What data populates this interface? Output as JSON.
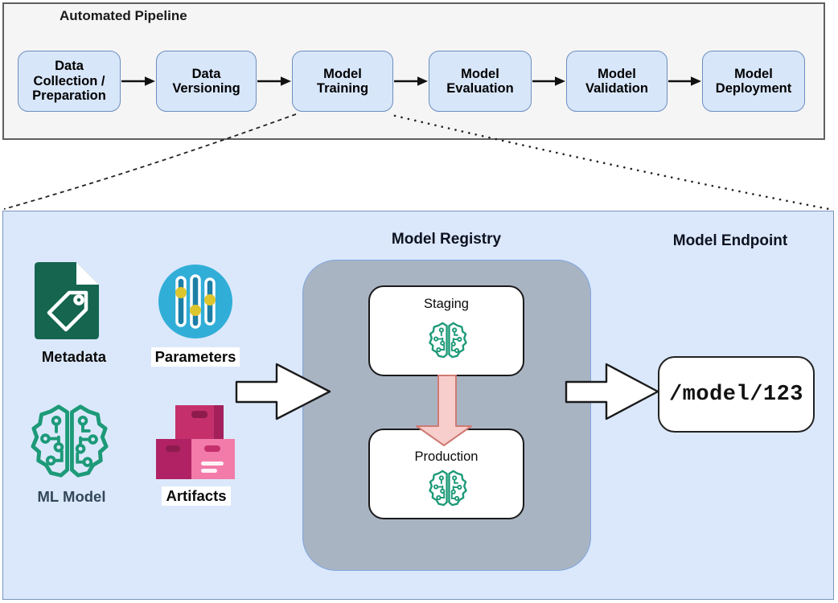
{
  "pipeline": {
    "title": "Automated Pipeline",
    "stages": [
      {
        "label": "Data Collection / Preparation"
      },
      {
        "label": "Data Versioning"
      },
      {
        "label": "Model Training"
      },
      {
        "label": "Model Evaluation"
      },
      {
        "label": "Model Validation"
      },
      {
        "label": "Model Deployment"
      }
    ]
  },
  "detail": {
    "inputs": [
      {
        "label": "Metadata",
        "icon": "document-tag-icon"
      },
      {
        "label": "Parameters",
        "icon": "sliders-icon"
      },
      {
        "label": "ML Model",
        "icon": "brain-circuit-icon"
      },
      {
        "label": "Artifacts",
        "icon": "storage-boxes-icon"
      }
    ],
    "registry": {
      "title": "Model Registry",
      "stages": [
        {
          "label": "Staging",
          "icon": "brain-circuit-icon"
        },
        {
          "label": "Production",
          "icon": "brain-circuit-icon"
        }
      ]
    },
    "endpoint": {
      "title": "Model Endpoint",
      "path": "/model/123"
    }
  },
  "colors": {
    "top_panel_bg": "#f5f5f5",
    "stage_box_fill": "#d8e6fa",
    "stage_box_border": "#6c8ebf",
    "detail_panel_bg": "#dbe8fb",
    "registry_fill": "#a9b4c3",
    "registry_border": "#7ea6e0",
    "brain_green": "#1d9a78",
    "metadata_green": "#15654f",
    "sliders_cyan": "#31aed8",
    "slider_knob_yellow": "#ddc52e",
    "artifact_pink": "#c5306c",
    "artifact_light_pink": "#f27ba9",
    "promote_arrow_fill": "#f8cecc",
    "promote_arrow_border": "#cf7a74"
  }
}
